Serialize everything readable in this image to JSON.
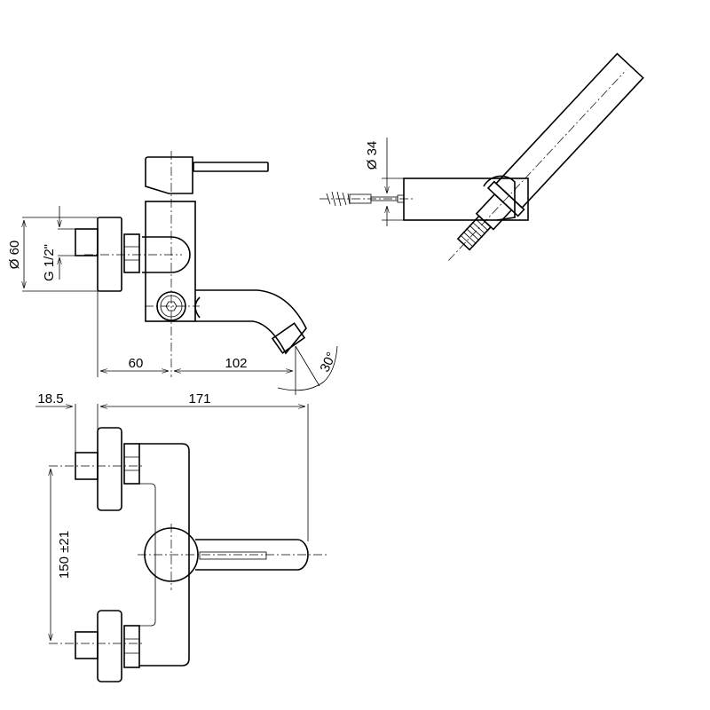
{
  "drawing": {
    "side_view": {
      "dia_flange": "Ø 60",
      "thread": "G 1/2\"",
      "dim_left": "60",
      "dim_right": "102",
      "angle": "30°"
    },
    "front_view": {
      "dim_offset": "18.5",
      "dim_total": "171",
      "dim_centers": "150 ±21"
    },
    "shower_holder": {
      "dia": "Ø 34"
    }
  }
}
